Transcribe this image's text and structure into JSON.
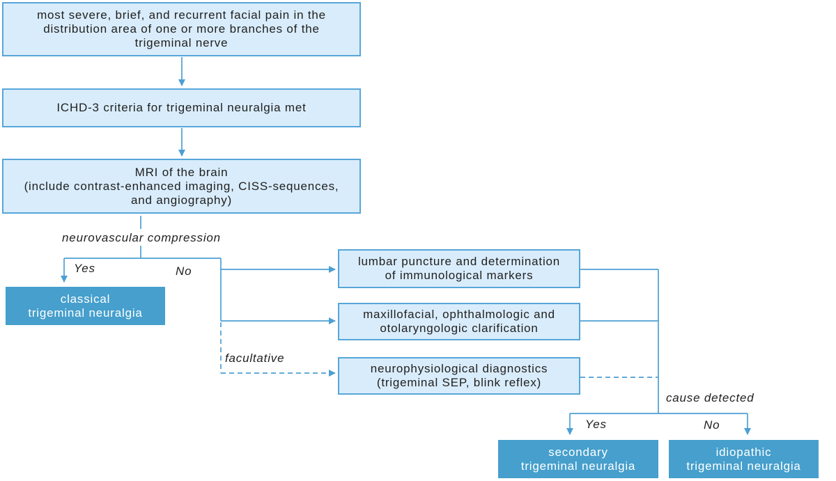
{
  "colors": {
    "light_box_fill": "#d9ecfb",
    "light_box_border": "#56a6d9",
    "solid_box_fill": "#469fcc",
    "connector_line": "#4d9fd4",
    "text": "#1f1f1f",
    "solid_box_text": "#ffffff"
  },
  "nodes": {
    "pain": {
      "text": "most severe, brief, and recurrent facial pain in the\ndistribution area of one or more branches of the\ntrigeminal nerve"
    },
    "ichd": {
      "text": "ICHD-3 criteria for trigeminal neuralgia met"
    },
    "mri": {
      "text": "MRI of the brain\n(include contrast-enhanced imaging, CISS-sequences,\nand angiography)"
    },
    "classical": {
      "text": "classical\ntrigeminal neuralgia"
    },
    "lumbar": {
      "text": "lumbar puncture and determination\nof immunological markers"
    },
    "maxillofacial": {
      "text": "maxillofacial, ophthalmologic and\notolaryngologic clarification"
    },
    "neurophysiological": {
      "text": "neurophysiological diagnostics\n(trigeminal SEP, blink reflex)"
    },
    "secondary": {
      "text": "secondary\ntrigeminal neuralgia"
    },
    "idiopathic": {
      "text": "idiopathic\ntrigeminal neuralgia"
    }
  },
  "labels": {
    "neurovascular": "neurovascular compression",
    "yes_left": "Yes",
    "no_left": "No",
    "facultative": "facultative",
    "cause_detected": "cause detected",
    "yes_bottom": "Yes",
    "no_bottom": "No"
  }
}
